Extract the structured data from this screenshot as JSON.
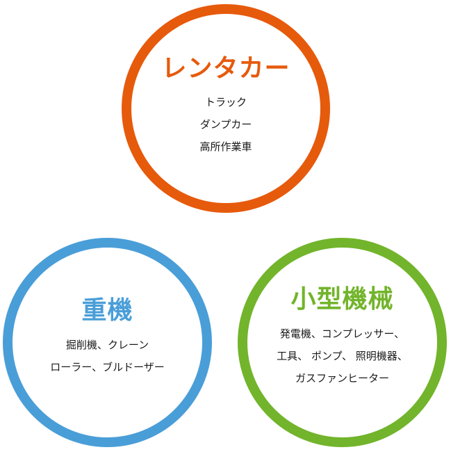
{
  "colors": {
    "rental": "#e65a0c",
    "heavy": "#4a9ed8",
    "small": "#72b42b"
  },
  "rental": {
    "title": "レンタカー",
    "items": [
      "トラック",
      "ダンプカー",
      "高所作業車"
    ]
  },
  "heavy": {
    "title": "重機",
    "items": [
      "掘削機、クレーン",
      "ローラー、ブルドーザー"
    ]
  },
  "small": {
    "title": "小型機械",
    "items": [
      "発電機、コンプレッサー、",
      "工具、 ポンプ、 照明機器、",
      "ガスファンヒーター"
    ]
  }
}
